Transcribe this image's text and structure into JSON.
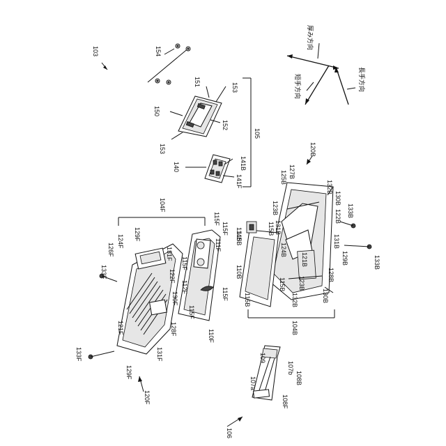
{
  "labels": {
    "l103": "103",
    "l154": "154",
    "l151": "151",
    "l153a": "153",
    "l153b": "153",
    "l150": "150",
    "l152": "152",
    "l105": "105",
    "l140": "140",
    "l141B": "141B",
    "l141F": "141F",
    "l120B": "120B",
    "l125B": "125B",
    "l127B": "127B",
    "l123Ba": "123B",
    "l132Ba": "132B",
    "l130Ba": "130B",
    "l133Ba": "133B",
    "l122B": "122B",
    "l114B": "114B",
    "l115Ba": "115B",
    "l131Ba": "131B",
    "l131Bb": "131B",
    "l124B": "124B",
    "l121B": "121B",
    "l129B": "129B",
    "l133Bb": "133B",
    "l128B": "128B",
    "l123Bb": "123B",
    "l132Bb": "132B",
    "l130Bb": "130B",
    "l110B": "110B",
    "l115Bb": "115B",
    "l115Bc": "115B",
    "l115Bd": "115B",
    "l104B": "104B",
    "l104F": "104F",
    "l115Fa": "115F",
    "l115Fb": "115F",
    "l111F": "111F",
    "l115Fc": "115F",
    "l112F": "112F",
    "l115Fd": "115F",
    "l115Fe": "115F",
    "l110F": "110F",
    "l133Fa": "133F",
    "l126F": "126F",
    "l124F": "124F",
    "l129Fa": "129F",
    "l131Fa": "131F",
    "l122F": "122F",
    "l130F": "130F",
    "l128F": "128F",
    "l121F": "121F",
    "l131Fb": "131F",
    "l129Fb": "129F",
    "l120F": "120F",
    "l133Fb": "133F",
    "l109": "109",
    "l107b": "107b",
    "l108B": "108B",
    "l107a": "107a",
    "l108F": "108F",
    "l106": "106"
  },
  "directions": {
    "thickness": "厚み方向",
    "short_side": "短手方向",
    "long_side": "長手方向"
  }
}
